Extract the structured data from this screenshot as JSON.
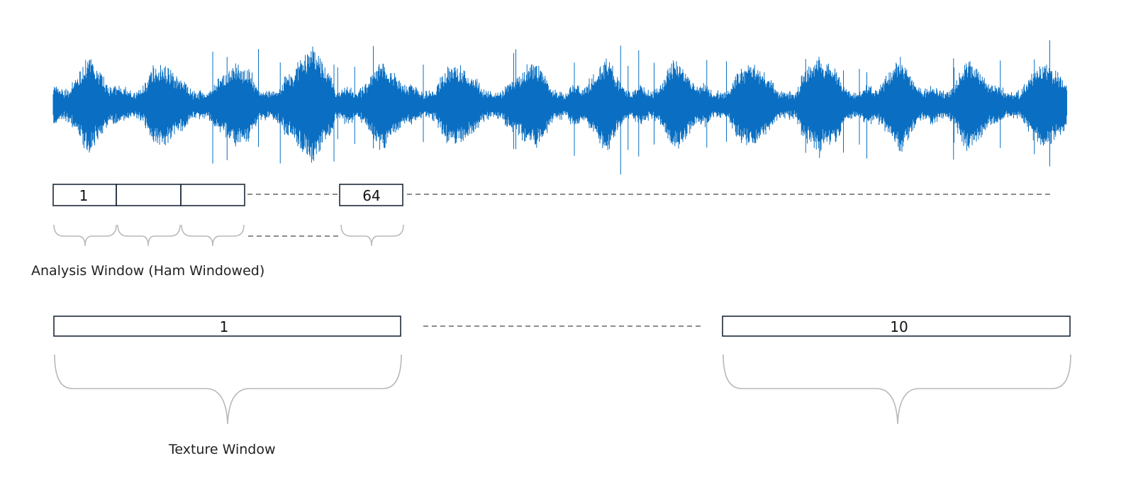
{
  "waveform": {
    "color": "#0a6fc2",
    "description_icon": "audio-waveform"
  },
  "analysis_windows": {
    "first_label": "1",
    "last_label": "64",
    "caption": "Analysis Window (Ham Windowed)"
  },
  "texture_windows": {
    "first_label": "1",
    "last_label": "10",
    "caption": "Texture Window"
  },
  "colors": {
    "box_stroke": "#1e2a3a",
    "dash": "#666666",
    "brace": "#b8b8b8"
  }
}
